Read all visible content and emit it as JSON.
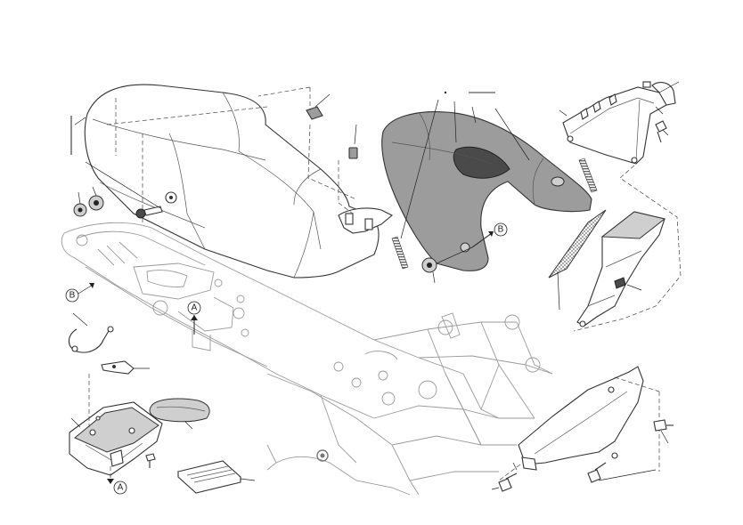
{
  "callouts": {
    "b_upper": "B",
    "b_left": "B",
    "a_frame": "A",
    "a_bottom": "A"
  }
}
